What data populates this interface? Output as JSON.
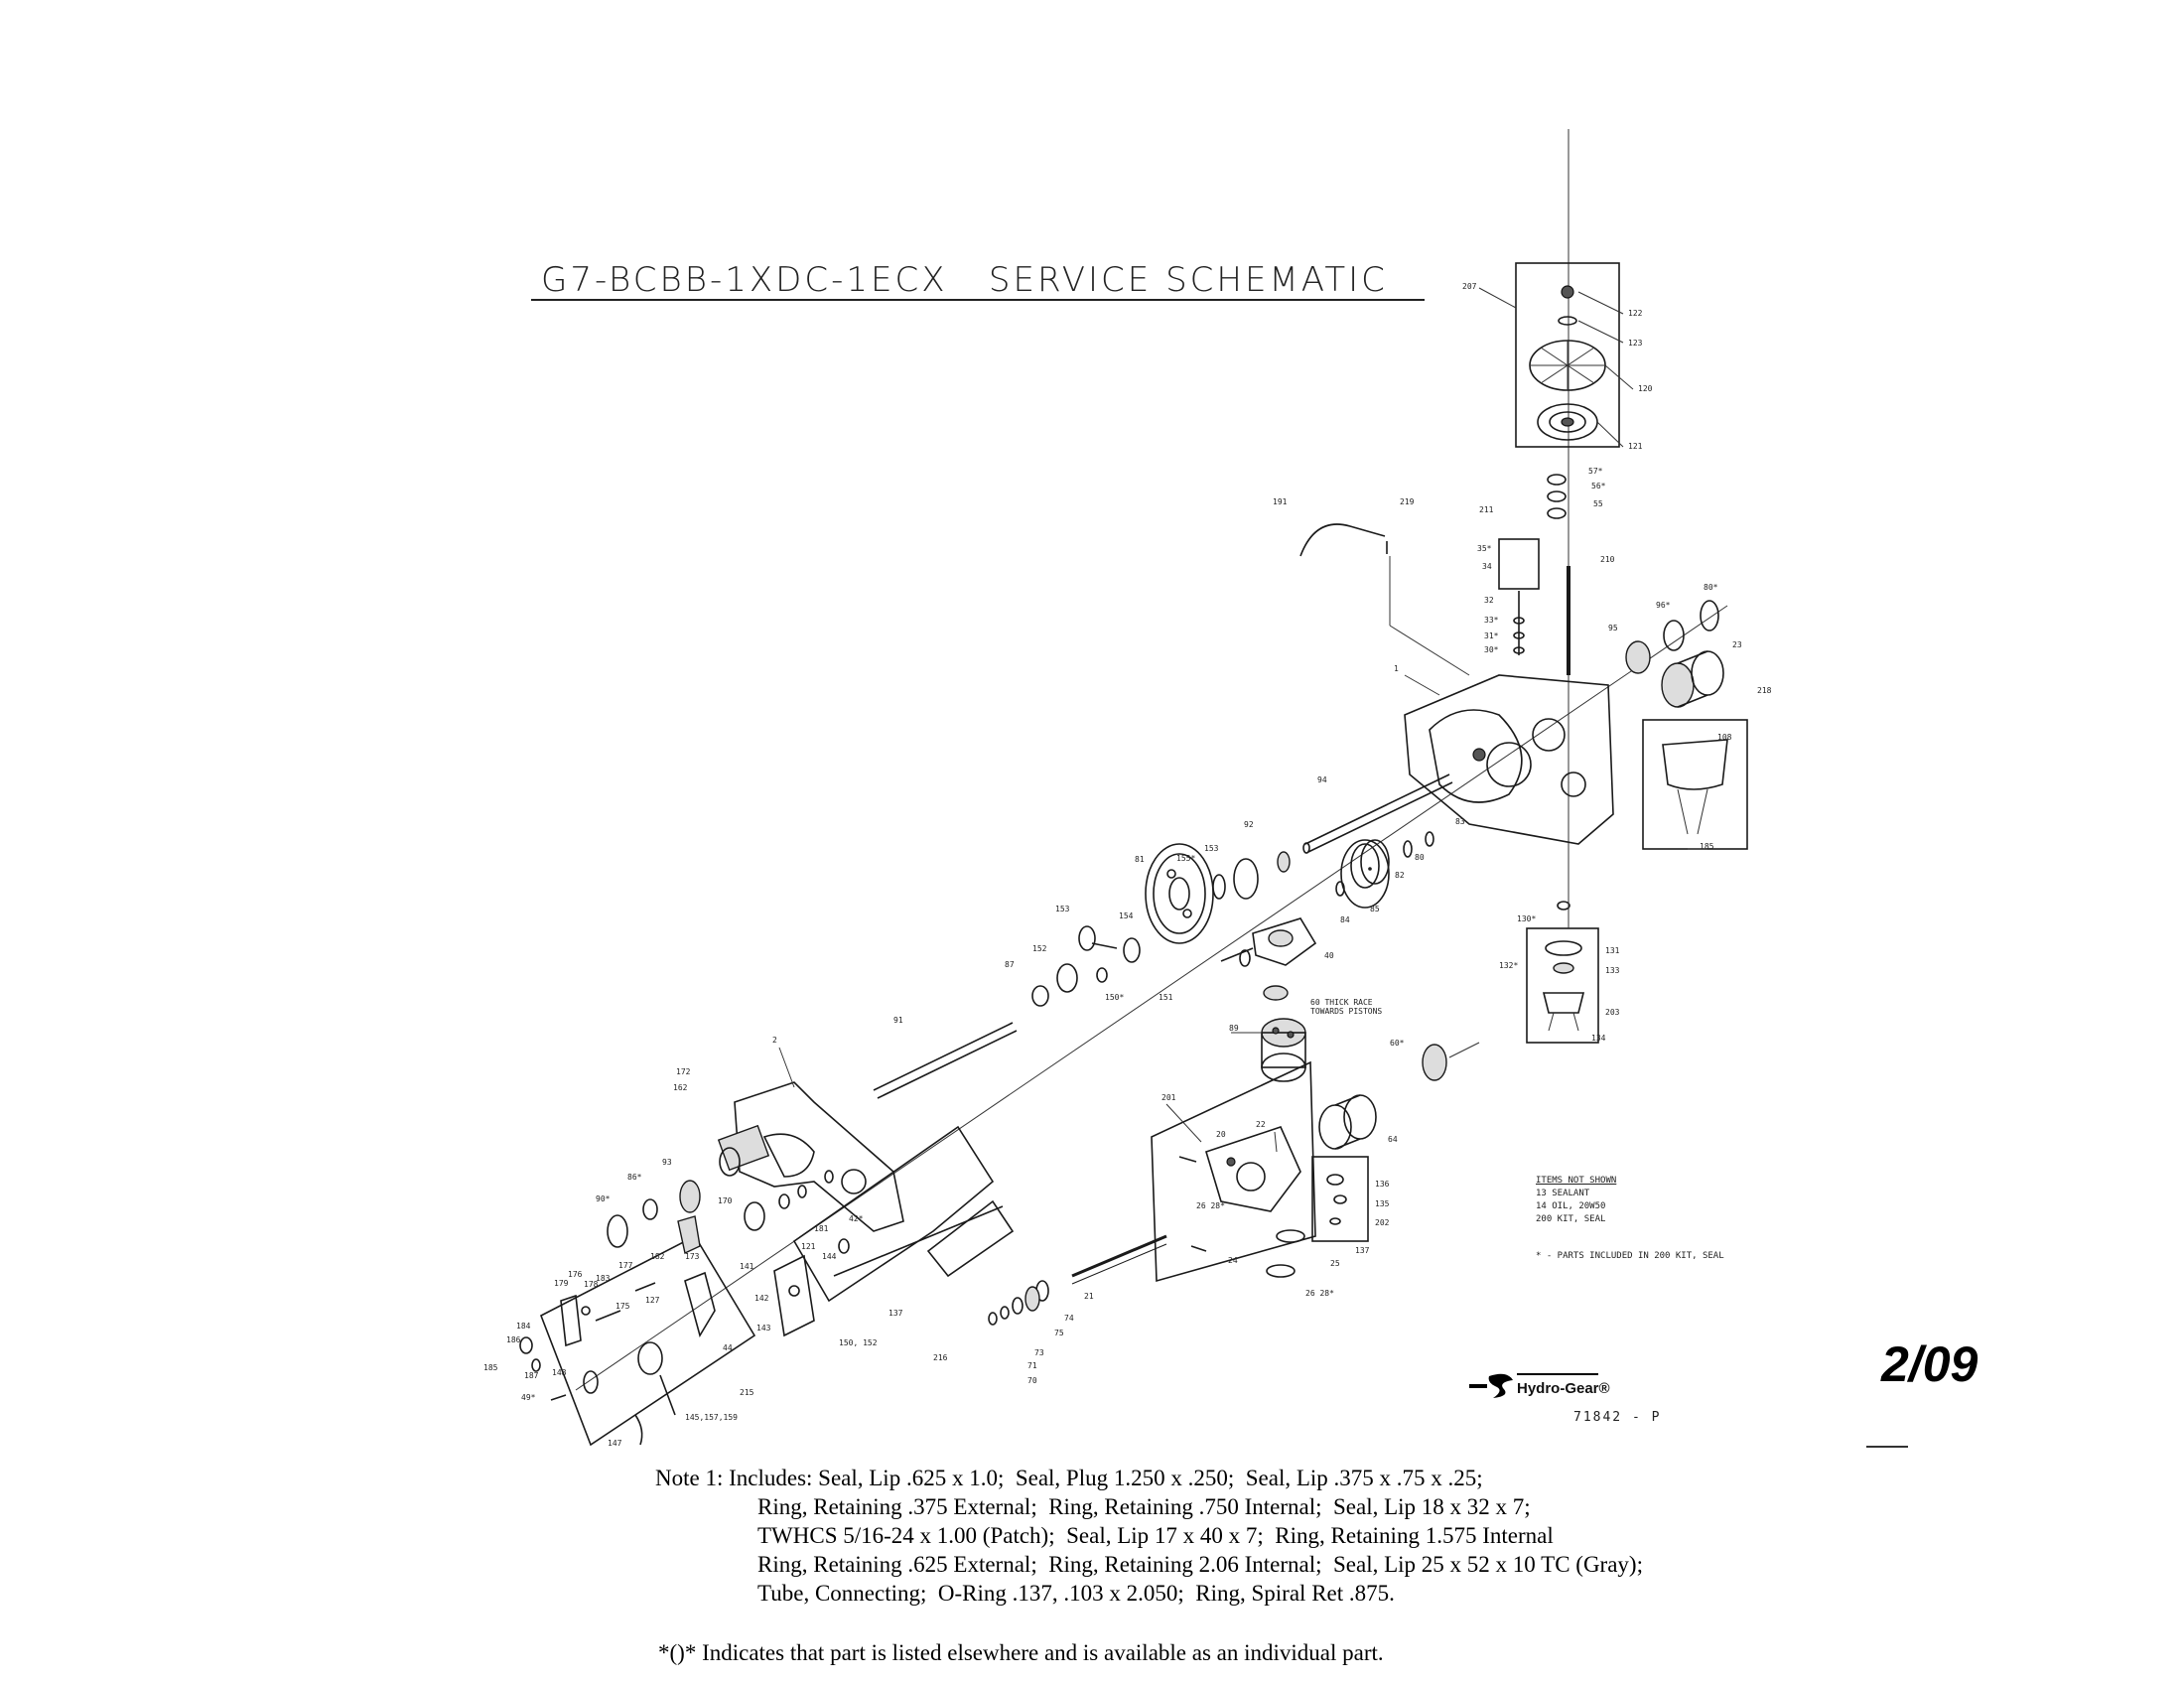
{
  "header": {
    "title": "G7-BCBB-1XDC-1ECX   SERVICE SCHEMATIC"
  },
  "date_stamp": "2/09",
  "items_not_shown": {
    "heading": "ITEMS NOT SHOWN",
    "rows": [
      "13  SEALANT",
      "14  OIL, 20W50",
      "200 KIT, SEAL"
    ]
  },
  "kit_note": "* - PARTS INCLUDED IN 200 KIT, SEAL",
  "brand": {
    "name": "Hydro-Gear®",
    "drawing_number": "71842 - P",
    "accent_color": "#000000"
  },
  "notes": {
    "lines": [
      "Note 1: Includes: Seal, Lip .625 x 1.0;  Seal, Plug 1.250 x .250;  Seal, Lip .375 x .75 x .25;",
      "Ring, Retaining .375 External;  Ring, Retaining .750 Internal;  Seal, Lip 18 x 32 x 7;",
      "TWHCS 5/16-24 x 1.00 (Patch);  Seal, Lip 17 x 40 x 7;  Ring, Retaining 1.575 Internal",
      "Ring, Retaining .625 External;  Ring, Retaining 2.06 Internal;  Seal, Lip 25 x 52 x 10 TC (Gray);",
      "Tube, Connecting;  O-Ring .137, .103 x 2.050;  Ring, Spiral Ret .875."
    ],
    "legend": "*()* Indicates that part is listed elsewhere and is available as an individual part."
  },
  "callouts": {
    "c207": "207",
    "c122": "122",
    "c123": "123",
    "c120": "120",
    "c121": "121",
    "c57": "57*",
    "c56": "56*",
    "c55": "55",
    "c191": "191",
    "c219": "219",
    "c211": "211",
    "c35": "35*",
    "c34": "34",
    "c32": "32",
    "c33": "33*",
    "c31": "31*",
    "c30": "30*",
    "c210": "210",
    "c80a": "80*",
    "c96": "96*",
    "c95": "95",
    "c23": "23",
    "c218": "218",
    "c108": "108",
    "c185": "185",
    "c1": "1",
    "c94": "94",
    "c92": "92",
    "c153a": "153",
    "c155": "155*",
    "c81": "81",
    "c83": "83",
    "c80b": "80",
    "c82": "82",
    "c85": "85",
    "c84": "84",
    "c40": "40",
    "c153b": "153",
    "c154": "154",
    "c152": "152",
    "c87": "87",
    "c150": "150*",
    "c151": "151",
    "c60": "60*",
    "c60note": "60 THICK RACE",
    "c60note2": "TOWARDS PISTONS",
    "c130": "130*",
    "c132": "132*",
    "c131": "131",
    "c133": "133",
    "c203": "203",
    "c134": "134",
    "c89": "89",
    "c201": "201",
    "c22": "22",
    "c20": "20",
    "c64": "64",
    "c91": "91",
    "c2": "2",
    "c172": "172",
    "c93": "93",
    "c86": "86*",
    "c90": "90*",
    "c173": "173",
    "c121b": "121",
    "c181": "181",
    "c42": "42*",
    "c144": "144",
    "c170": "170",
    "c136": "136",
    "c135": "135",
    "c202": "202",
    "c137": "137",
    "c25": "25",
    "c24": "24",
    "c2628": "26 28*",
    "c21": "21",
    "c75": "75",
    "c74": "74",
    "c73": "73",
    "c71": "71",
    "c70": "70",
    "c137b": "137",
    "c216": "216",
    "c150b": "150, 152",
    "c143": "143",
    "c141": "141",
    "c142": "142",
    "c44": "44",
    "c215": "215",
    "c145": "145,157,159",
    "c147": "147",
    "c49": "49*",
    "c148": "148",
    "c187": "187",
    "c186": "186",
    "c184": "184",
    "c179": "179",
    "c178": "178",
    "c176": "176",
    "c177": "177",
    "c183": "183",
    "c182": "182",
    "c127": "127",
    "c175": "175",
    "c162": "162"
  }
}
